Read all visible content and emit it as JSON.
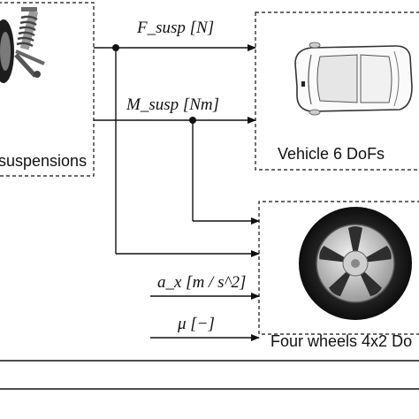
{
  "blocks": {
    "suspensions": {
      "label": "suspensions"
    },
    "vehicle": {
      "label": "Vehicle 6 DoFs"
    },
    "wheels": {
      "label": "Four wheels 4x2 Do"
    }
  },
  "signals": {
    "f_susp": "F_susp [N]",
    "m_susp": "M_susp [Nm]",
    "a_x": "a_x [m / s^2]",
    "mu": "μ [−]"
  },
  "icons": {
    "suspension": "suspension-strut-icon",
    "car": "car-top-view-icon",
    "wheel": "tire-wheel-icon"
  }
}
